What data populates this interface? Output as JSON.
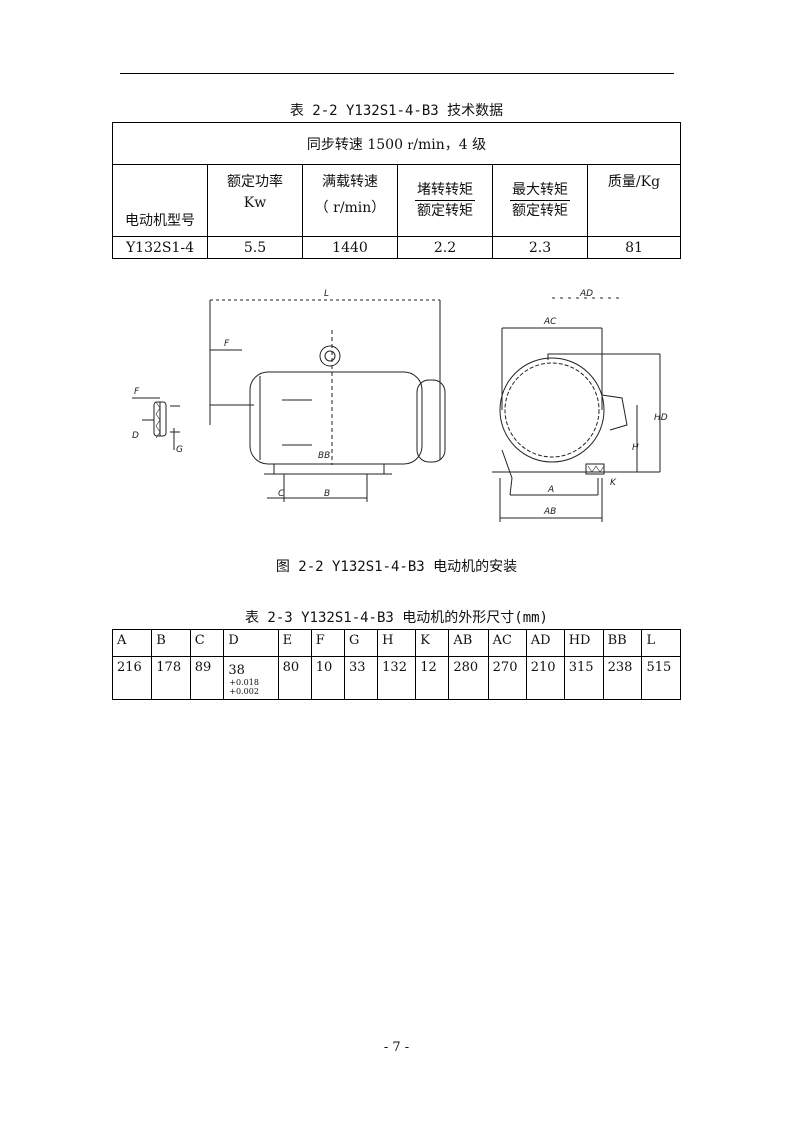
{
  "header_rule": true,
  "table1": {
    "caption": "表 2-2 Y132S1-4-B3 技术数据",
    "speed_row": "同步转速 1500",
    "speed_unit_num": "r",
    "speed_unit_den": "min，4 级",
    "headers": {
      "model": "电动机型号",
      "power_line1": "额定功率",
      "power_line2": "Kw",
      "speed_line1": "满载转速",
      "speed_line2": "（ r/min）",
      "stall_num": "堵转转矩",
      "stall_den": "额定转矩",
      "max_num": "最大转矩",
      "max_den": "额定转矩",
      "mass": "质量/Kg"
    },
    "row": {
      "model": "Y132S1-4",
      "power": "5.5",
      "speed": "1440",
      "stall": "2.2",
      "max": "2.3",
      "mass": "81"
    }
  },
  "figure": {
    "caption": "图 2-2 Y132S1-4-B3 电动机的安装",
    "labels": {
      "L": "L",
      "F": "F",
      "F2": "F",
      "D": "D",
      "G": "G",
      "BB": "BB",
      "C": "C",
      "B": "B",
      "AD": "AD",
      "AC": "AC",
      "HD": "HD",
      "H": "H",
      "K": "K",
      "A": "A",
      "AB": "AB"
    }
  },
  "table2": {
    "caption": "表 2-3 Y132S1-4-B3 电动机的外形尺寸(mm)",
    "headers": [
      "A",
      "B",
      "C",
      "D",
      "E",
      "F",
      "G",
      "H",
      "K",
      "AB",
      "AC",
      "AD",
      "HD",
      "BB",
      "L"
    ],
    "values": [
      "216",
      "178",
      "89",
      "38",
      "80",
      "10",
      "33",
      "132",
      "12",
      "280",
      "270",
      "210",
      "315",
      "238",
      "515"
    ],
    "d_tol_upper": "+0.018",
    "d_tol_lower": "+0.002"
  },
  "page_number": "- 7 -"
}
